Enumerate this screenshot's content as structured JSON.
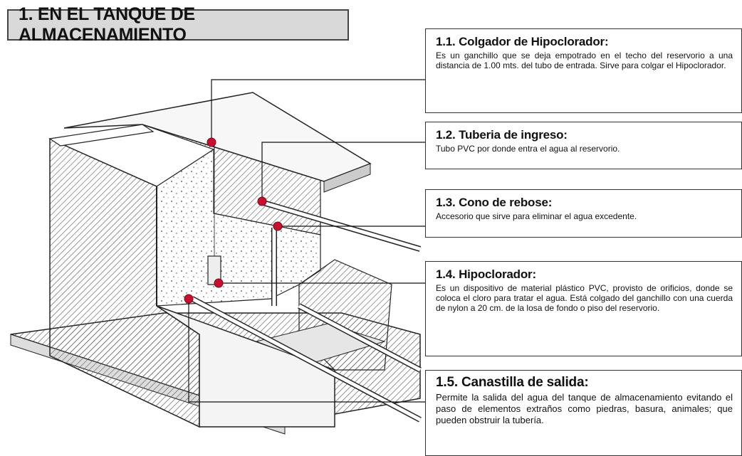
{
  "title": "1. EN EL TANQUE DE ALMACENAMIENTO",
  "callouts": [
    {
      "heading": "1.1. Colgador de Hipoclorador:",
      "text": "Es un ganchillo que se deja empotrado en el techo del reservorio a una distancia de 1.00 mts. del tubo de entrada. Sirve para colgar el Hipoclorador."
    },
    {
      "heading": "1.2. Tuberia de ingreso:",
      "text": "Tubo PVC por donde entra el agua al reservorio."
    },
    {
      "heading": "1.3. Cono de rebose:",
      "text": "Accesorio que sirve para eliminar el agua excedente."
    },
    {
      "heading": "1.4. Hipoclorador:",
      "text": "Es un dispositivo de material plástico PVC, provisto de orificios, donde se coloca el cloro para tratar el agua. Está colgado del ganchillo con una cuerda de nylon a 20 cm. de la losa de fondo o piso del reservorio."
    },
    {
      "heading": "1.5. Canastilla de salida:",
      "text": "Permite la salida del agua del tanque de almacenamiento evitando el paso de elementos extraños como piedras, basura, animales; que pueden obstruir la tubería."
    }
  ],
  "colors": {
    "marker": "#c8102e",
    "leader": "#111111",
    "title_bg": "#d9d9d9"
  }
}
